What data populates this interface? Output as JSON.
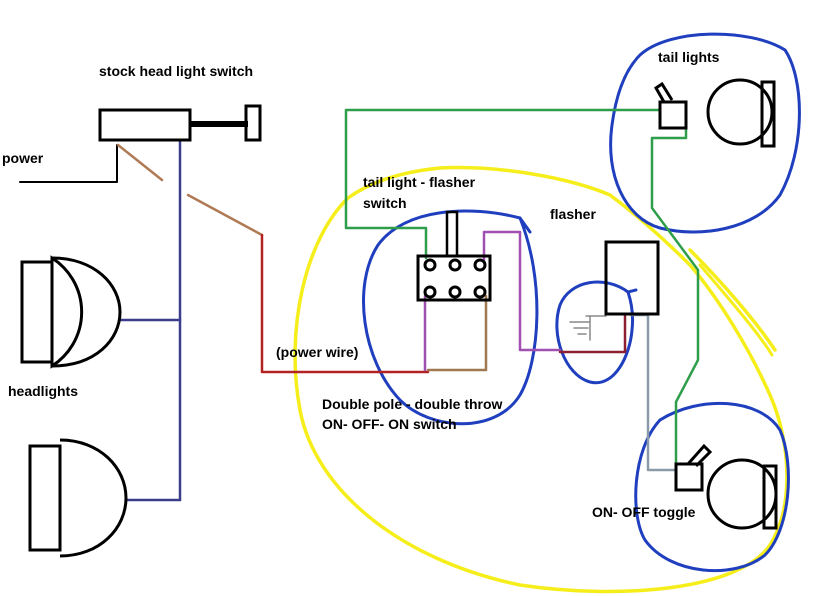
{
  "labels": {
    "stock_switch": "stock head light switch",
    "power": "power",
    "headlights": "headlights",
    "tail_lights": "tail lights",
    "flasher_switch_line1": "tail light - flasher",
    "flasher_switch_line2": "switch",
    "flasher": "flasher",
    "power_wire": "(power wire)",
    "dpdt_line1": "Double pole - double throw",
    "dpdt_line2": "ON- OFF- ON switch",
    "toggle": "ON- OFF toggle"
  },
  "colors": {
    "black": "#000000",
    "navy_wire": "#3c3c8c",
    "brown_wire": "#b07a55",
    "red_wire": "#b22222",
    "green_wire": "#2e9e4a",
    "purple_wire": "#a050b0",
    "tan_wire": "#a07850",
    "gray_wire": "#8a9aa8",
    "blue_circle": "#1f3fbf",
    "yellow_outline": "#f5ee1a"
  }
}
